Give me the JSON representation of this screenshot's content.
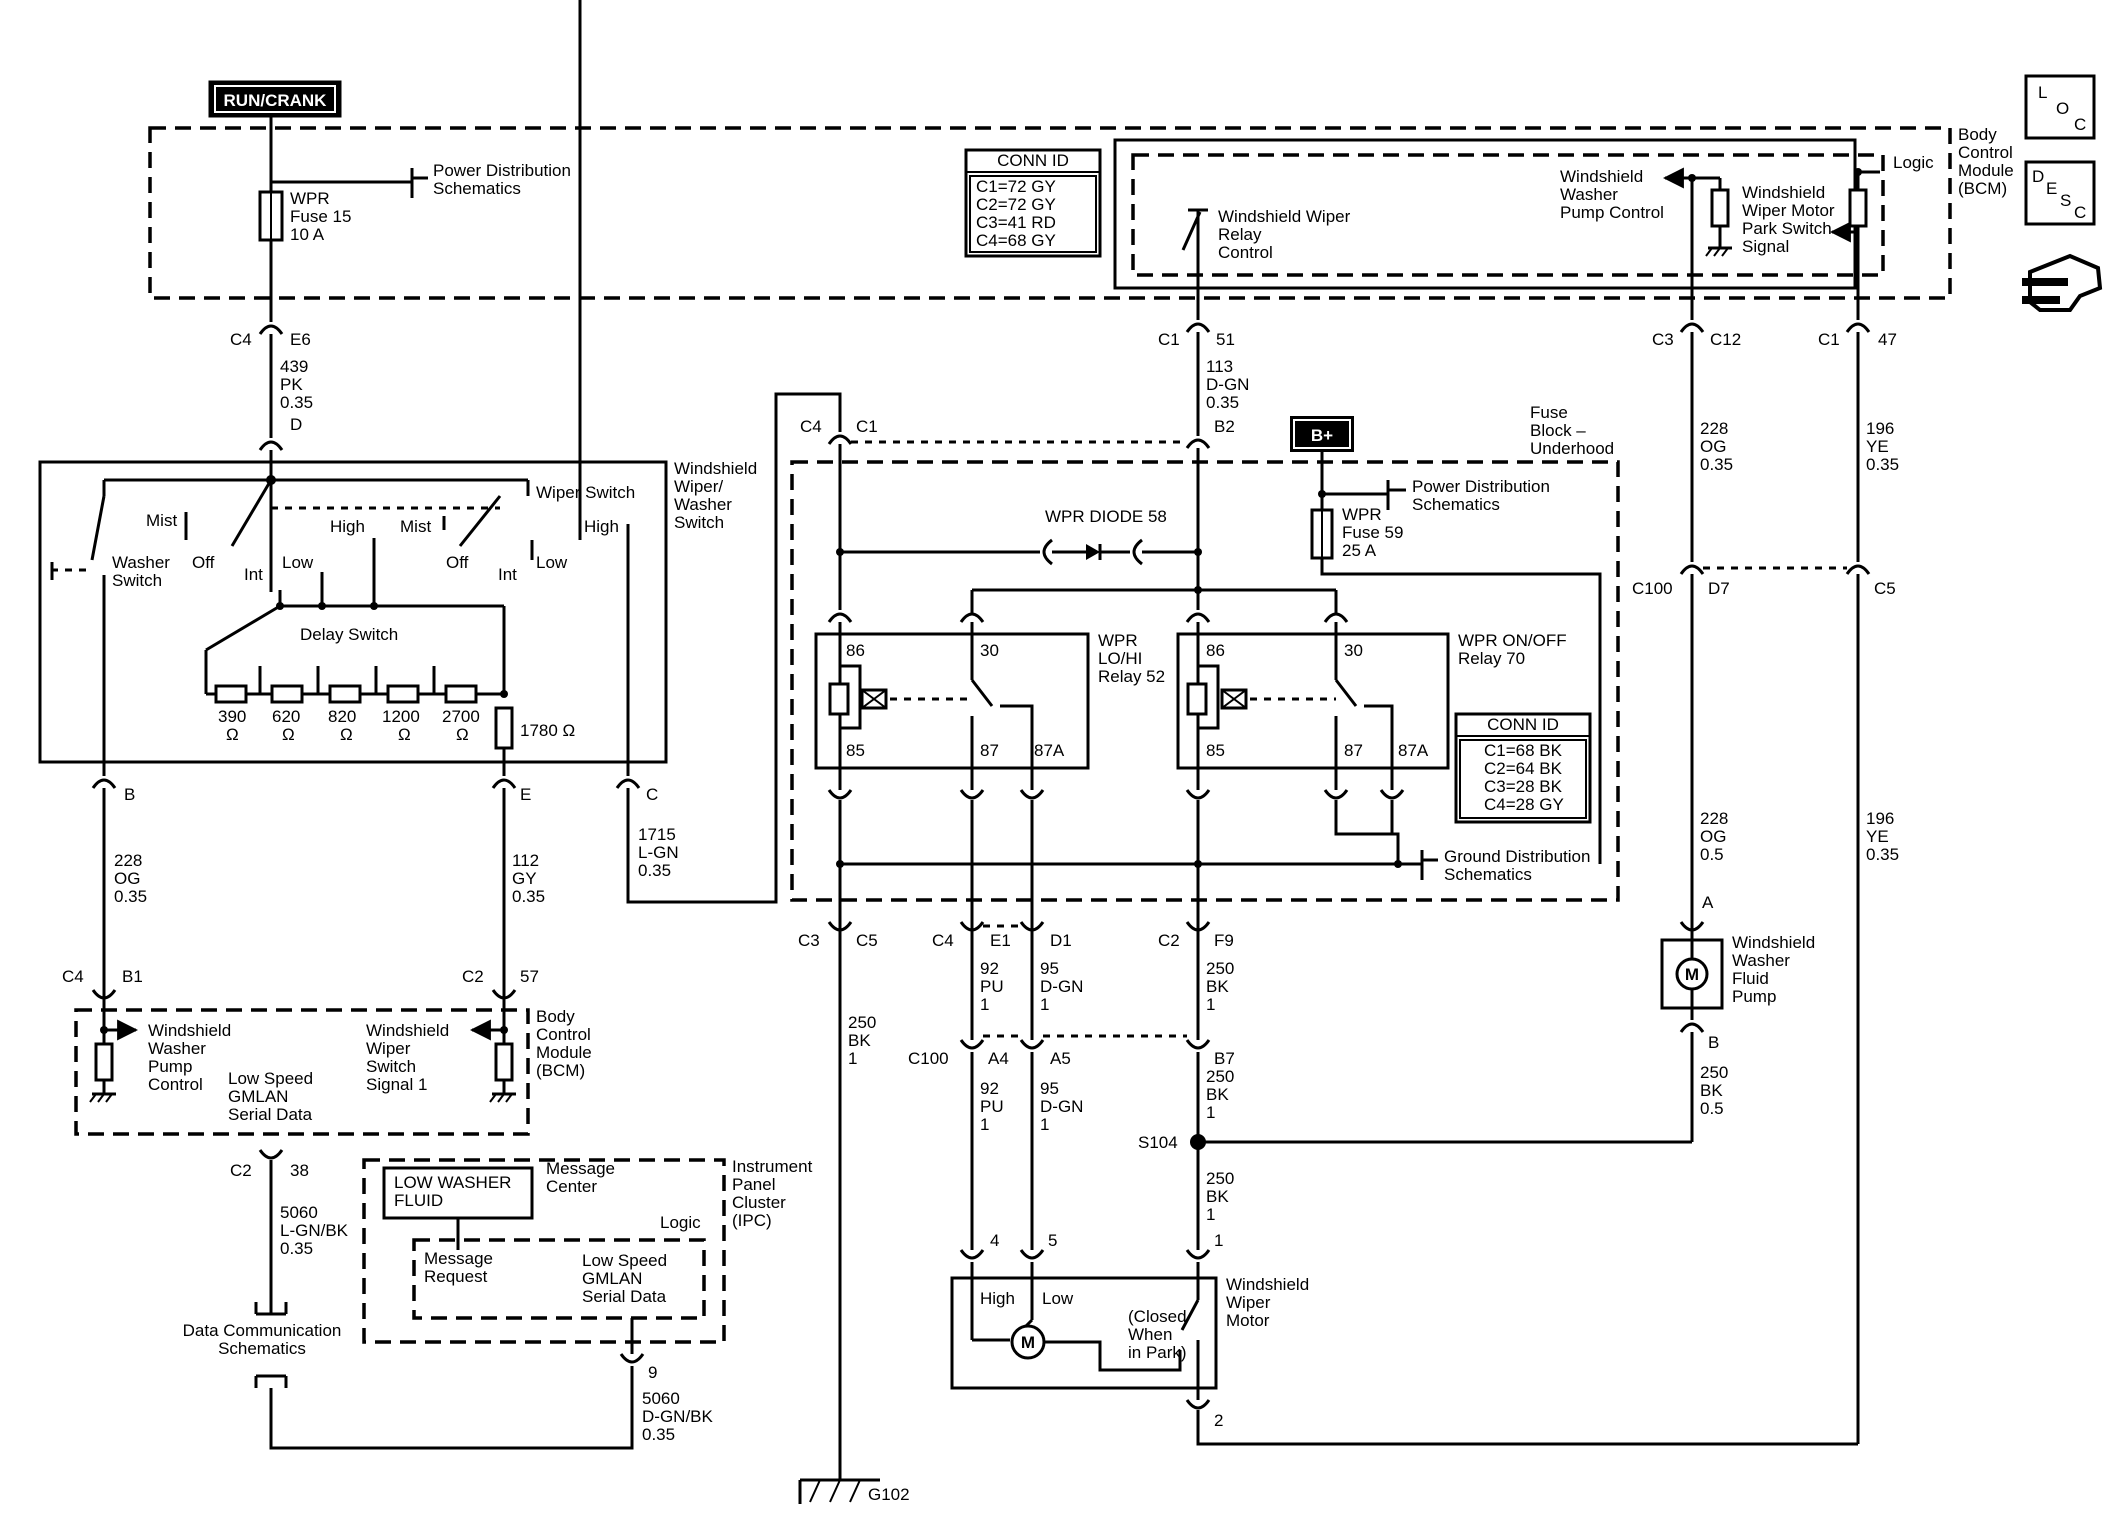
{
  "labels": {
    "run_crank": "RUN/CRANK",
    "bplus": "B+",
    "pd_sch": [
      "Power Distribution",
      "Schematics"
    ],
    "pd_sch2": [
      "Power Distribution",
      "Schematics"
    ],
    "wpr_fuse15": [
      "WPR",
      "Fuse 15",
      "10 A"
    ],
    "wpr_fuse59": [
      "WPR",
      "Fuse 59",
      "25 A"
    ],
    "conn_id_top": {
      "title": "CONN ID",
      "rows": [
        "C1=72 GY",
        "C2=72 GY",
        "C3=41 RD",
        "C4=68 GY"
      ]
    },
    "conn_id_fb": {
      "title": "CONN ID",
      "rows": [
        "C1=68 BK",
        "C2=64 BK",
        "C3=28 BK",
        "C4=28 GY"
      ]
    },
    "bcm_top": [
      "Body",
      "Control",
      "Module",
      "(BCM)"
    ],
    "logic": "Logic",
    "logic2": "Logic",
    "ws_wiper_relay_ctrl": [
      "Windshield Wiper",
      "Relay",
      "Control"
    ],
    "ws_washer_pump_ctrl": [
      "Windshield",
      "Washer",
      "Pump Control"
    ],
    "ws_park_switch": [
      "Windshield",
      "Wiper Motor",
      "Park Switch",
      "Signal"
    ],
    "loc": [
      "L",
      "O",
      "C"
    ],
    "desc": [
      "D",
      "E",
      "S",
      "C"
    ],
    "wiper_washer_switch": [
      "Windshield",
      "Wiper/",
      "Washer",
      "Switch"
    ],
    "wiper_switch": "Wiper Switch",
    "washer_switch": [
      "Washer",
      "Switch"
    ],
    "delay_switch": "Delay Switch",
    "sw_labels": {
      "mist1": "Mist",
      "off1": "Off",
      "int1": "Int",
      "low1": "Low",
      "high1": "High",
      "mist2": "Mist",
      "off2": "Off",
      "int2": "Int",
      "low2": "Low",
      "high2": "High"
    },
    "resistors": [
      "390",
      "620",
      "820",
      "1200",
      "2700"
    ],
    "resistor_1780": "1780 Ω",
    "ohm": "Ω",
    "fuse_block": [
      "Fuse",
      "Block –",
      "Underhood"
    ],
    "wpr_diode": "WPR DIODE 58",
    "relay52": [
      "WPR",
      "LO/HI",
      "Relay 52"
    ],
    "relay70": [
      "WPR ON/OFF",
      "Relay 70"
    ],
    "relay_pins": {
      "p86": "86",
      "p85": "85",
      "p30": "30",
      "p87": "87",
      "p87a": "87A"
    },
    "ground_dist": [
      "Ground Distribution",
      "Schematics"
    ],
    "bcm_bottom": [
      "Body",
      "Control",
      "Module",
      "(BCM)"
    ],
    "bcm_washer_pump_ctrl": [
      "Windshield",
      "Washer",
      "Pump",
      "Control"
    ],
    "bcm_wiper_switch_sig": [
      "Windshield",
      "Wiper",
      "Switch",
      "Signal 1"
    ],
    "gmlan1": [
      "Low Speed",
      "GMLAN",
      "Serial Data"
    ],
    "gmlan2": [
      "Low Speed",
      "GMLAN",
      "Serial Data"
    ],
    "ipc": [
      "Instrument",
      "Panel",
      "Cluster",
      "(IPC)"
    ],
    "low_washer_fluid": [
      "LOW WASHER",
      "FLUID"
    ],
    "message_center": [
      "Message",
      "Center"
    ],
    "message_request": [
      "Message",
      "Request"
    ],
    "data_comm": [
      "Data Communication",
      "Schematics"
    ],
    "washer_pump": [
      "Windshield",
      "Washer",
      "Fluid",
      "Pump"
    ],
    "wiper_motor": [
      "Windshield",
      "Wiper",
      "Motor"
    ],
    "motor_high": "High",
    "motor_low": "Low",
    "closed_park": [
      "(Closed",
      "When",
      "in Park)"
    ],
    "motor_m": "M",
    "pump_m": "M",
    "s104": "S104",
    "g102": "G102"
  },
  "connectors": {
    "c4_e6": [
      "C4",
      "E6"
    ],
    "c1_51": [
      "C1",
      "51"
    ],
    "c3_c12": [
      "C3",
      "C12"
    ],
    "c1_47": [
      "C1",
      "47"
    ],
    "d": "D",
    "c4_c1": [
      "C4",
      "C1"
    ],
    "b2": "B2",
    "c100_d7": [
      "C100",
      "D7"
    ],
    "c5_top": "C5",
    "b": "B",
    "e": "E",
    "c": "C",
    "c4_b1": [
      "C4",
      "B1"
    ],
    "c2_57": [
      "C2",
      "57"
    ],
    "c3_c5": [
      "C3",
      "C5"
    ],
    "c4_e1": [
      "C4",
      "E1"
    ],
    "d1": "D1",
    "c2_f9": [
      "C2",
      "F9"
    ],
    "c100_a4": [
      "C100",
      "A4"
    ],
    "a5": "A5",
    "b7": "B7",
    "pump_a": "A",
    "pump_b": "B",
    "c2_38": [
      "C2",
      "38"
    ],
    "ipc_9": "9",
    "m4": "4",
    "m5": "5",
    "m1": "1",
    "m2": "2"
  },
  "wires": {
    "w439": [
      "439",
      "PK",
      "0.35"
    ],
    "w113": [
      "113",
      "D-GN",
      "0.35"
    ],
    "w228_top": [
      "228",
      "OG",
      "0.35"
    ],
    "w196_top": [
      "196",
      "YE",
      "0.35"
    ],
    "w228_l": [
      "228",
      "OG",
      "0.35"
    ],
    "w112": [
      "112",
      "GY",
      "0.35"
    ],
    "w1715": [
      "1715",
      "L-GN",
      "0.35"
    ],
    "w228_r": [
      "228",
      "OG",
      "0.5"
    ],
    "w196_r": [
      "196",
      "YE",
      "0.35"
    ],
    "w250_c5": [
      "250",
      "BK",
      "1"
    ],
    "w92_a": [
      "92",
      "PU",
      "1"
    ],
    "w95_a": [
      "95",
      "D-GN",
      "1"
    ],
    "w250_f9": [
      "250",
      "BK",
      "1"
    ],
    "w92_b": [
      "92",
      "PU",
      "1"
    ],
    "w95_b": [
      "95",
      "D-GN",
      "1"
    ],
    "w250_b7": [
      "250",
      "BK",
      "1"
    ],
    "w250_pump": [
      "250",
      "BK",
      "0.5"
    ],
    "w250_s104": [
      "250",
      "BK",
      "1"
    ],
    "w5060_a": [
      "5060",
      "L-GN/BK",
      "0.35"
    ],
    "w5060_b": [
      "5060",
      "D-GN/BK",
      "0.35"
    ]
  }
}
